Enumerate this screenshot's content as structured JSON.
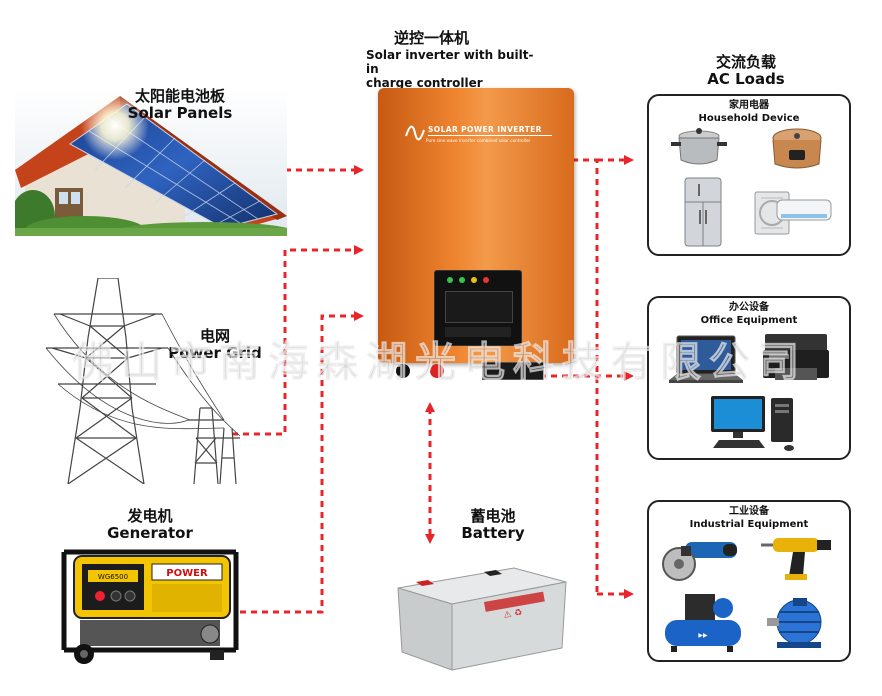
{
  "inverter": {
    "title_zh": "逆控一体机",
    "title_en_line1": "Solar inverter with built-in",
    "title_en_line2": "charge controller",
    "panel_title": "SOLAR POWER INVERTER",
    "panel_subtitle": "Pure sine wave inverter combined solar controller"
  },
  "sources": {
    "solar": {
      "zh": "太阳能电池板",
      "en": "Solar Panels"
    },
    "grid": {
      "zh": "电网",
      "en": "Power Grid"
    },
    "generator": {
      "zh": "发电机",
      "en": "Generator",
      "brand": "POWER",
      "model": "WG6500"
    }
  },
  "battery": {
    "zh": "蓄电池",
    "en": "Battery"
  },
  "loads": {
    "title_zh": "交流负载",
    "title_en": "AC Loads",
    "household": {
      "zh": "家用电器",
      "en": "Household Device"
    },
    "office": {
      "zh": "办公设备",
      "en": "Office Equipment"
    },
    "industrial": {
      "zh": "工业设备",
      "en": "Industrial Equipment"
    }
  },
  "watermark": "佛山市南海森湖光电科技有限公司",
  "colors": {
    "arrow": "#e8252a",
    "inverter": "#e2721f"
  },
  "icons": [
    "house-solar-panel-image",
    "power-tower-image",
    "generator-image",
    "battery-image",
    "cooking-pot-icon",
    "rice-cooker-icon",
    "refrigerator-icon",
    "air-conditioner-icon",
    "laptop-icon",
    "printer-icon",
    "desktop-computer-icon",
    "angle-grinder-icon",
    "drill-icon",
    "air-compressor-icon",
    "electric-motor-icon"
  ]
}
